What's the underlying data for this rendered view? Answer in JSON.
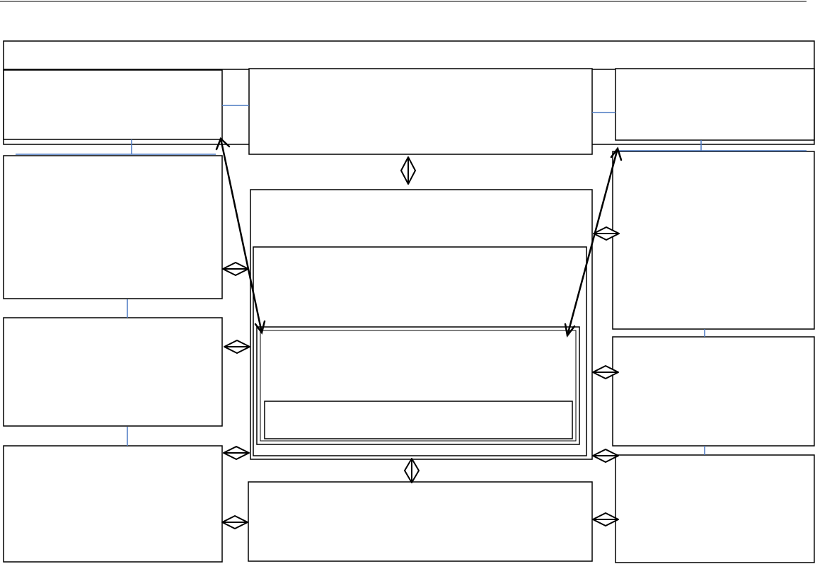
{
  "diagram": {
    "type": "block-diagram",
    "description_text": [],
    "colors": {
      "stroke": "#000000",
      "connector": "#4a78c2",
      "background": "#ffffff"
    },
    "boxes": [
      {
        "id": "top-bar"
      },
      {
        "id": "left-top"
      },
      {
        "id": "center-top"
      },
      {
        "id": "right-top"
      },
      {
        "id": "left-1"
      },
      {
        "id": "left-2"
      },
      {
        "id": "left-3"
      },
      {
        "id": "center-main"
      },
      {
        "id": "center-inner-a"
      },
      {
        "id": "center-inner-b"
      },
      {
        "id": "center-inner-c"
      },
      {
        "id": "center-bottom"
      },
      {
        "id": "right-1"
      },
      {
        "id": "right-2"
      },
      {
        "id": "right-3"
      }
    ],
    "double_arrows_count": 9,
    "long_arrows_count": 2
  }
}
